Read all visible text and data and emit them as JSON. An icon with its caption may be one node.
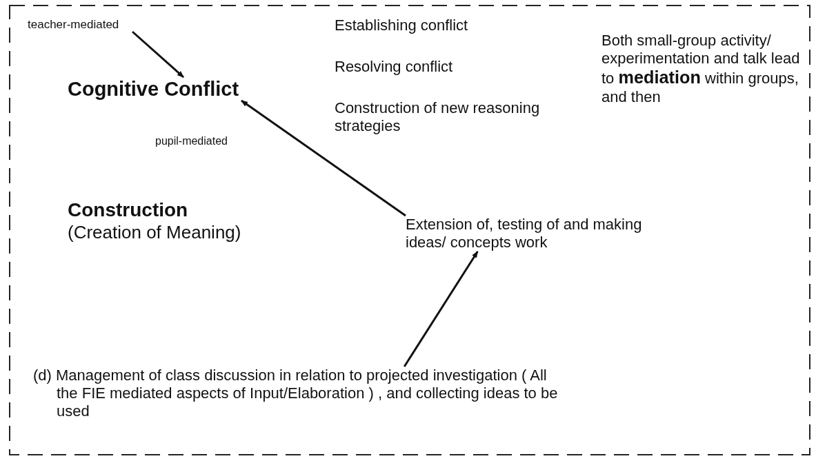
{
  "diagram": {
    "nodes": [
      {
        "text": [
          "teacher-mediated"
        ]
      },
      {
        "text": [
          "Cognitive Conflict"
        ]
      },
      {
        "text": [
          "Extension of, testing of and making ideas/ concepts work"
        ]
      },
      {
        "text": [
          "(d) Management of class discussion in relation to projected investigation ( All the FIE mediated aspects of Input/Elaboration ) , and collecting ideas to be used"
        ]
      }
    ],
    "edges": [
      {
        "from": 0,
        "to": 1,
        "arrow": "to"
      },
      {
        "from": 2,
        "to": 1,
        "arrow": "to",
        "label": "pupil-mediated"
      },
      {
        "from": 3,
        "to": 2,
        "arrow": "to"
      }
    ],
    "labels": [
      "Establishing conflict",
      "Resolving conflict",
      "Construction of new reasoning strategies",
      "Both small-group activity/ experimentation and talk lead to **mediation** within groups, and then",
      "Construction",
      "(Creation of Meaning)"
    ]
  }
}
